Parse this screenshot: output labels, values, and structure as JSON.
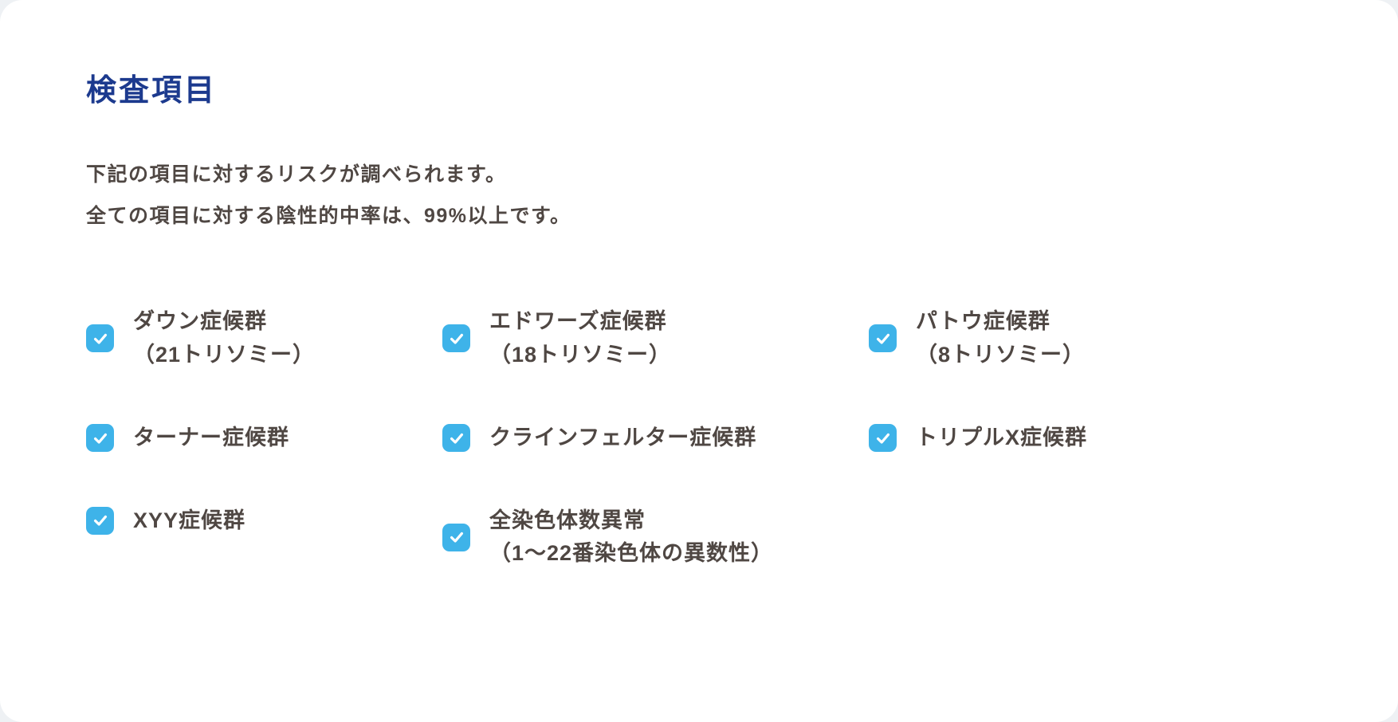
{
  "section": {
    "title": "検査項目",
    "description_lines": [
      "下記の項目に対するリスクが調べられます。",
      "全ての項目に対する陰性的中率は、99%以上です。"
    ]
  },
  "checklist": {
    "columns": [
      {
        "items": [
          {
            "checked": true,
            "lines": [
              "ダウン症候群",
              "（21トリソミー）"
            ]
          },
          {
            "checked": true,
            "lines": [
              "ターナー症候群"
            ]
          },
          {
            "checked": true,
            "lines": [
              "XYY症候群"
            ]
          }
        ]
      },
      {
        "items": [
          {
            "checked": true,
            "lines": [
              "エドワーズ症候群",
              "（18トリソミー）"
            ]
          },
          {
            "checked": true,
            "lines": [
              "クラインフェルター症候群"
            ]
          },
          {
            "checked": true,
            "lines": [
              "全染色体数異常",
              "（1〜22番染色体の異数性）"
            ]
          }
        ]
      },
      {
        "items": [
          {
            "checked": true,
            "lines": [
              "パトウ症候群",
              "（8トリソミー）"
            ]
          },
          {
            "checked": true,
            "lines": [
              "トリプルX症候群"
            ]
          }
        ]
      }
    ]
  },
  "colors": {
    "title": "#1c3a8e",
    "body_text": "#4f4743",
    "checkbox": "#3eb3e9",
    "card_background": "#ffffff"
  }
}
